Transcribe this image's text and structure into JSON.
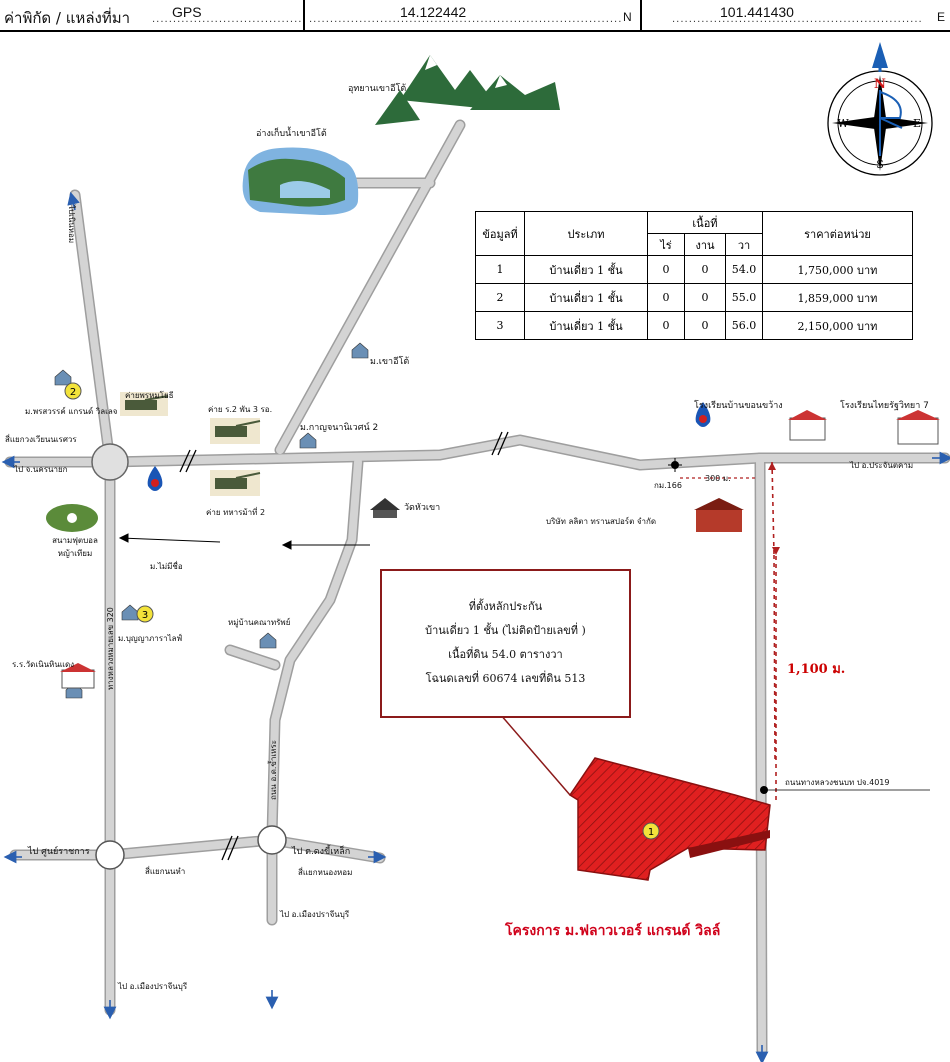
{
  "header": {
    "coord_label": "ค่าพิกัด / แหล่งที่มา",
    "source": "GPS",
    "latitude": "14.122442",
    "lat_suffix": "N",
    "longitude": "101.441430",
    "lon_suffix": "E"
  },
  "compass": {
    "north": "N",
    "south": "S",
    "east": "E",
    "west": "W"
  },
  "table": {
    "headers": {
      "no": "ข้อมูลที่",
      "type": "ประเภท",
      "area": "เนื้อที่",
      "rai": "ไร่",
      "ngan": "งาน",
      "wa": "วา",
      "price": "ราคาต่อหน่วย"
    },
    "rows": [
      {
        "no": "1",
        "type": "บ้านเดี่ยว 1 ชั้น",
        "rai": "0",
        "ngan": "0",
        "wa": "54.0",
        "price": "1,750,000 บาท"
      },
      {
        "no": "2",
        "type": "บ้านเดี่ยว 1 ชั้น",
        "rai": "0",
        "ngan": "0",
        "wa": "55.0",
        "price": "1,859,000 บาท"
      },
      {
        "no": "3",
        "type": "บ้านเดี่ยว 1 ชั้น",
        "rai": "0",
        "ngan": "0",
        "wa": "56.0",
        "price": "2,150,000 บาท"
      }
    ]
  },
  "callout": {
    "line1": "ที่ตั้งหลักประกัน",
    "line2": "บ้านเดี่ยว 1 ชั้น (ไม่ติดป้ายเลขที่ )",
    "line3": "เนื้อที่ดิน 54.0 ตารางวา",
    "line4": "โฉนดเลขที่ 60674 เลขที่ดิน 513"
  },
  "labels": {
    "national_park": "อุทยานเขาอีโต้",
    "reservoir": "อ่างเก็บน้ำเขาอีโต้",
    "to_nern_hom": "ไปเนินหอม",
    "village_khao_ito": "ม.เขาอีโต้",
    "village_kanchana": "ม.กาญจนานิเวศน์ 2",
    "village_phonsawan": "ม.พรสวรรค์ แกรนด์ วิลเลจ",
    "camp_phrom_yothi": "ค่ายพรหมโยธี",
    "camp_ror2": "ค่าย ร.2 พัน 3 รอ.",
    "camp_thahan_ma": "ค่าย ทหารม้าที่ 2",
    "to_nakhon_nayok": "ไป จ.นครนายก",
    "intersection_naresuan": "สี่แยกวงเวียนนเรศวร",
    "football_field": "สนามฟุตบอลหญ้าเทียม",
    "wat_hua_khao": "วัดหัวเขา",
    "village_no_name": "ม.ไม่มีชื่อ",
    "village_bunyaphara": "ม.บุญญาภาราไลฟ์",
    "village_khanathip": "หมู่บ้านคณาทรัพย์",
    "school_noen_hin_daeng": "ร.ร.วัดเนินหินแดง",
    "highway_320": "ทางหลวงหมายเลข 320",
    "road_dongkhilek": "ถนน อ.ด.ข้ำเหระ",
    "school_ban_khon_khwang": "โรงเรียนบ้านขอนขว้าง",
    "school_thai_rat": "โรงเรียนไทยรัฐวิทยา 7",
    "to_prachantakham": "ไป อ.ประจันตคาม",
    "km166": "กม.166",
    "dist_300": "300 ม.",
    "company": "บริษัท ลลิตา ทรานสปอร์ต จำกัด",
    "dist_1100": "1,100 ม.",
    "road_4019": "ถนนทางหลวงชนบท ปจ.4019",
    "to_government_center": "ไป ศูนย์ราชการ",
    "intersection_non_ham": "สี่แยกนนหำ",
    "to_dong_khilek": "ไป ต.ดงขี้เหล็ก",
    "intersection_noen_hom": "สี่แยกหนองหอม",
    "to_mueang1": "ไป อ.เมืองปราจีนบุรี",
    "to_mueang2": "ไป อ.เมืองปราจีนบุรี",
    "project": "โครงการ ม.ฟลาวเวอร์ แกรนด์ วิลล์"
  },
  "markers": {
    "m1": "1",
    "m2": "2",
    "m3": "3"
  },
  "colors": {
    "road": "#c8c8c8",
    "road_edge": "#9e9e9e",
    "plot": "#e02020",
    "dashed_route": "#b02020",
    "arrow_blue": "#2a5fb0",
    "callout_border": "#8b1a1a",
    "marker_yellow": "#f3e33a"
  }
}
